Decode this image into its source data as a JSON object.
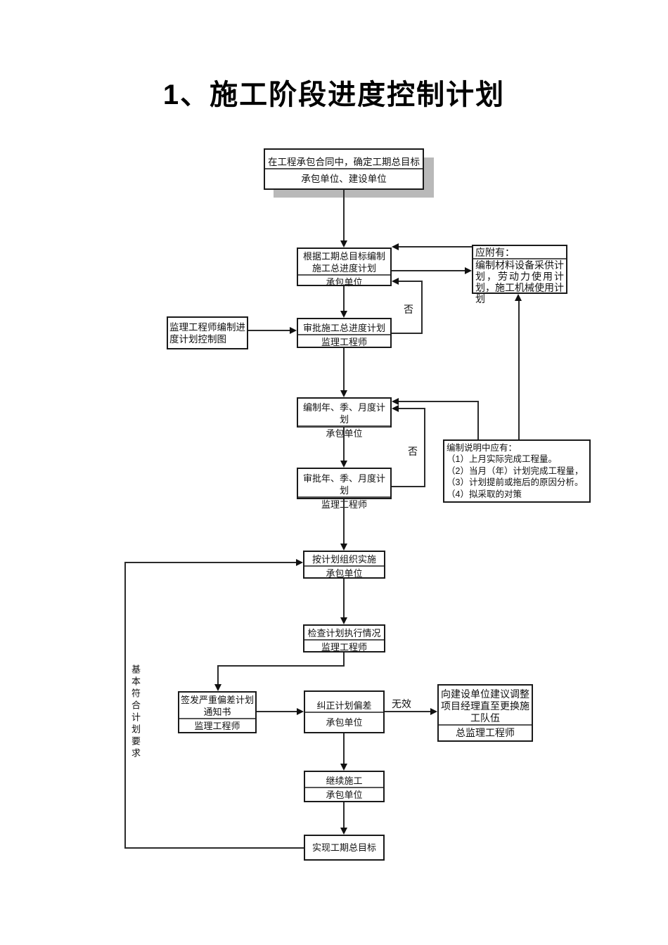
{
  "title": "1、施工阶段进度控制计划",
  "labels": {
    "no_top": "否",
    "no_bottom": "否",
    "invalid": "无效",
    "feedback_vertical": "基本符合计划要求"
  },
  "nodes": {
    "contract": {
      "task": "在工程承包合同中，确定工期总目标",
      "role": "承包单位、建设单位"
    },
    "compile_master": {
      "task": "根据工期总目标编制施工总进度计划",
      "role": "承包单位"
    },
    "attachments": {
      "title": "应附有：",
      "body": "编制材料设备采供计划，劳动力使用计划，施工机械使用计划"
    },
    "supervisor_chart": {
      "task": "监理工程师编制进度计划控制图"
    },
    "approve_master": {
      "task": "审批施工总进度计划",
      "role": "监理工程师"
    },
    "compile_periodic": {
      "task": "编制年、季、月度计划",
      "role": "承包单位"
    },
    "notes": {
      "text": "编制说明中应有：\n（1）上月实际完成工程量。\n（2）当月（年）计划完成工程量，\n（3）计划提前或拖后的原因分析。\n（4）拟采取的对策"
    },
    "approve_periodic": {
      "task": "审批年、季、月度计划",
      "role": "监理工程师"
    },
    "implement": {
      "task": "按计划组织实施",
      "role": "承包单位"
    },
    "inspect": {
      "task": "检查计划执行情况",
      "role": "监理工程师"
    },
    "issue_notice": {
      "task": "签发严重偏差计划通知书",
      "role": "监理工程师"
    },
    "correct": {
      "task": "纠正计划偏差",
      "role": "承包单位"
    },
    "suggest": {
      "task": "向建设单位建议调整项目经理直至更换施工队伍",
      "role": "总监理工程师"
    },
    "continue_work": {
      "task": "继续施工",
      "role": "承包单位"
    },
    "achieve": {
      "task": "实现工期总目标"
    }
  },
  "colors": {
    "line": "#2b2b2b",
    "border": "#1a1a1a",
    "shadow": "#b9b9b9",
    "background": "#ffffff"
  }
}
